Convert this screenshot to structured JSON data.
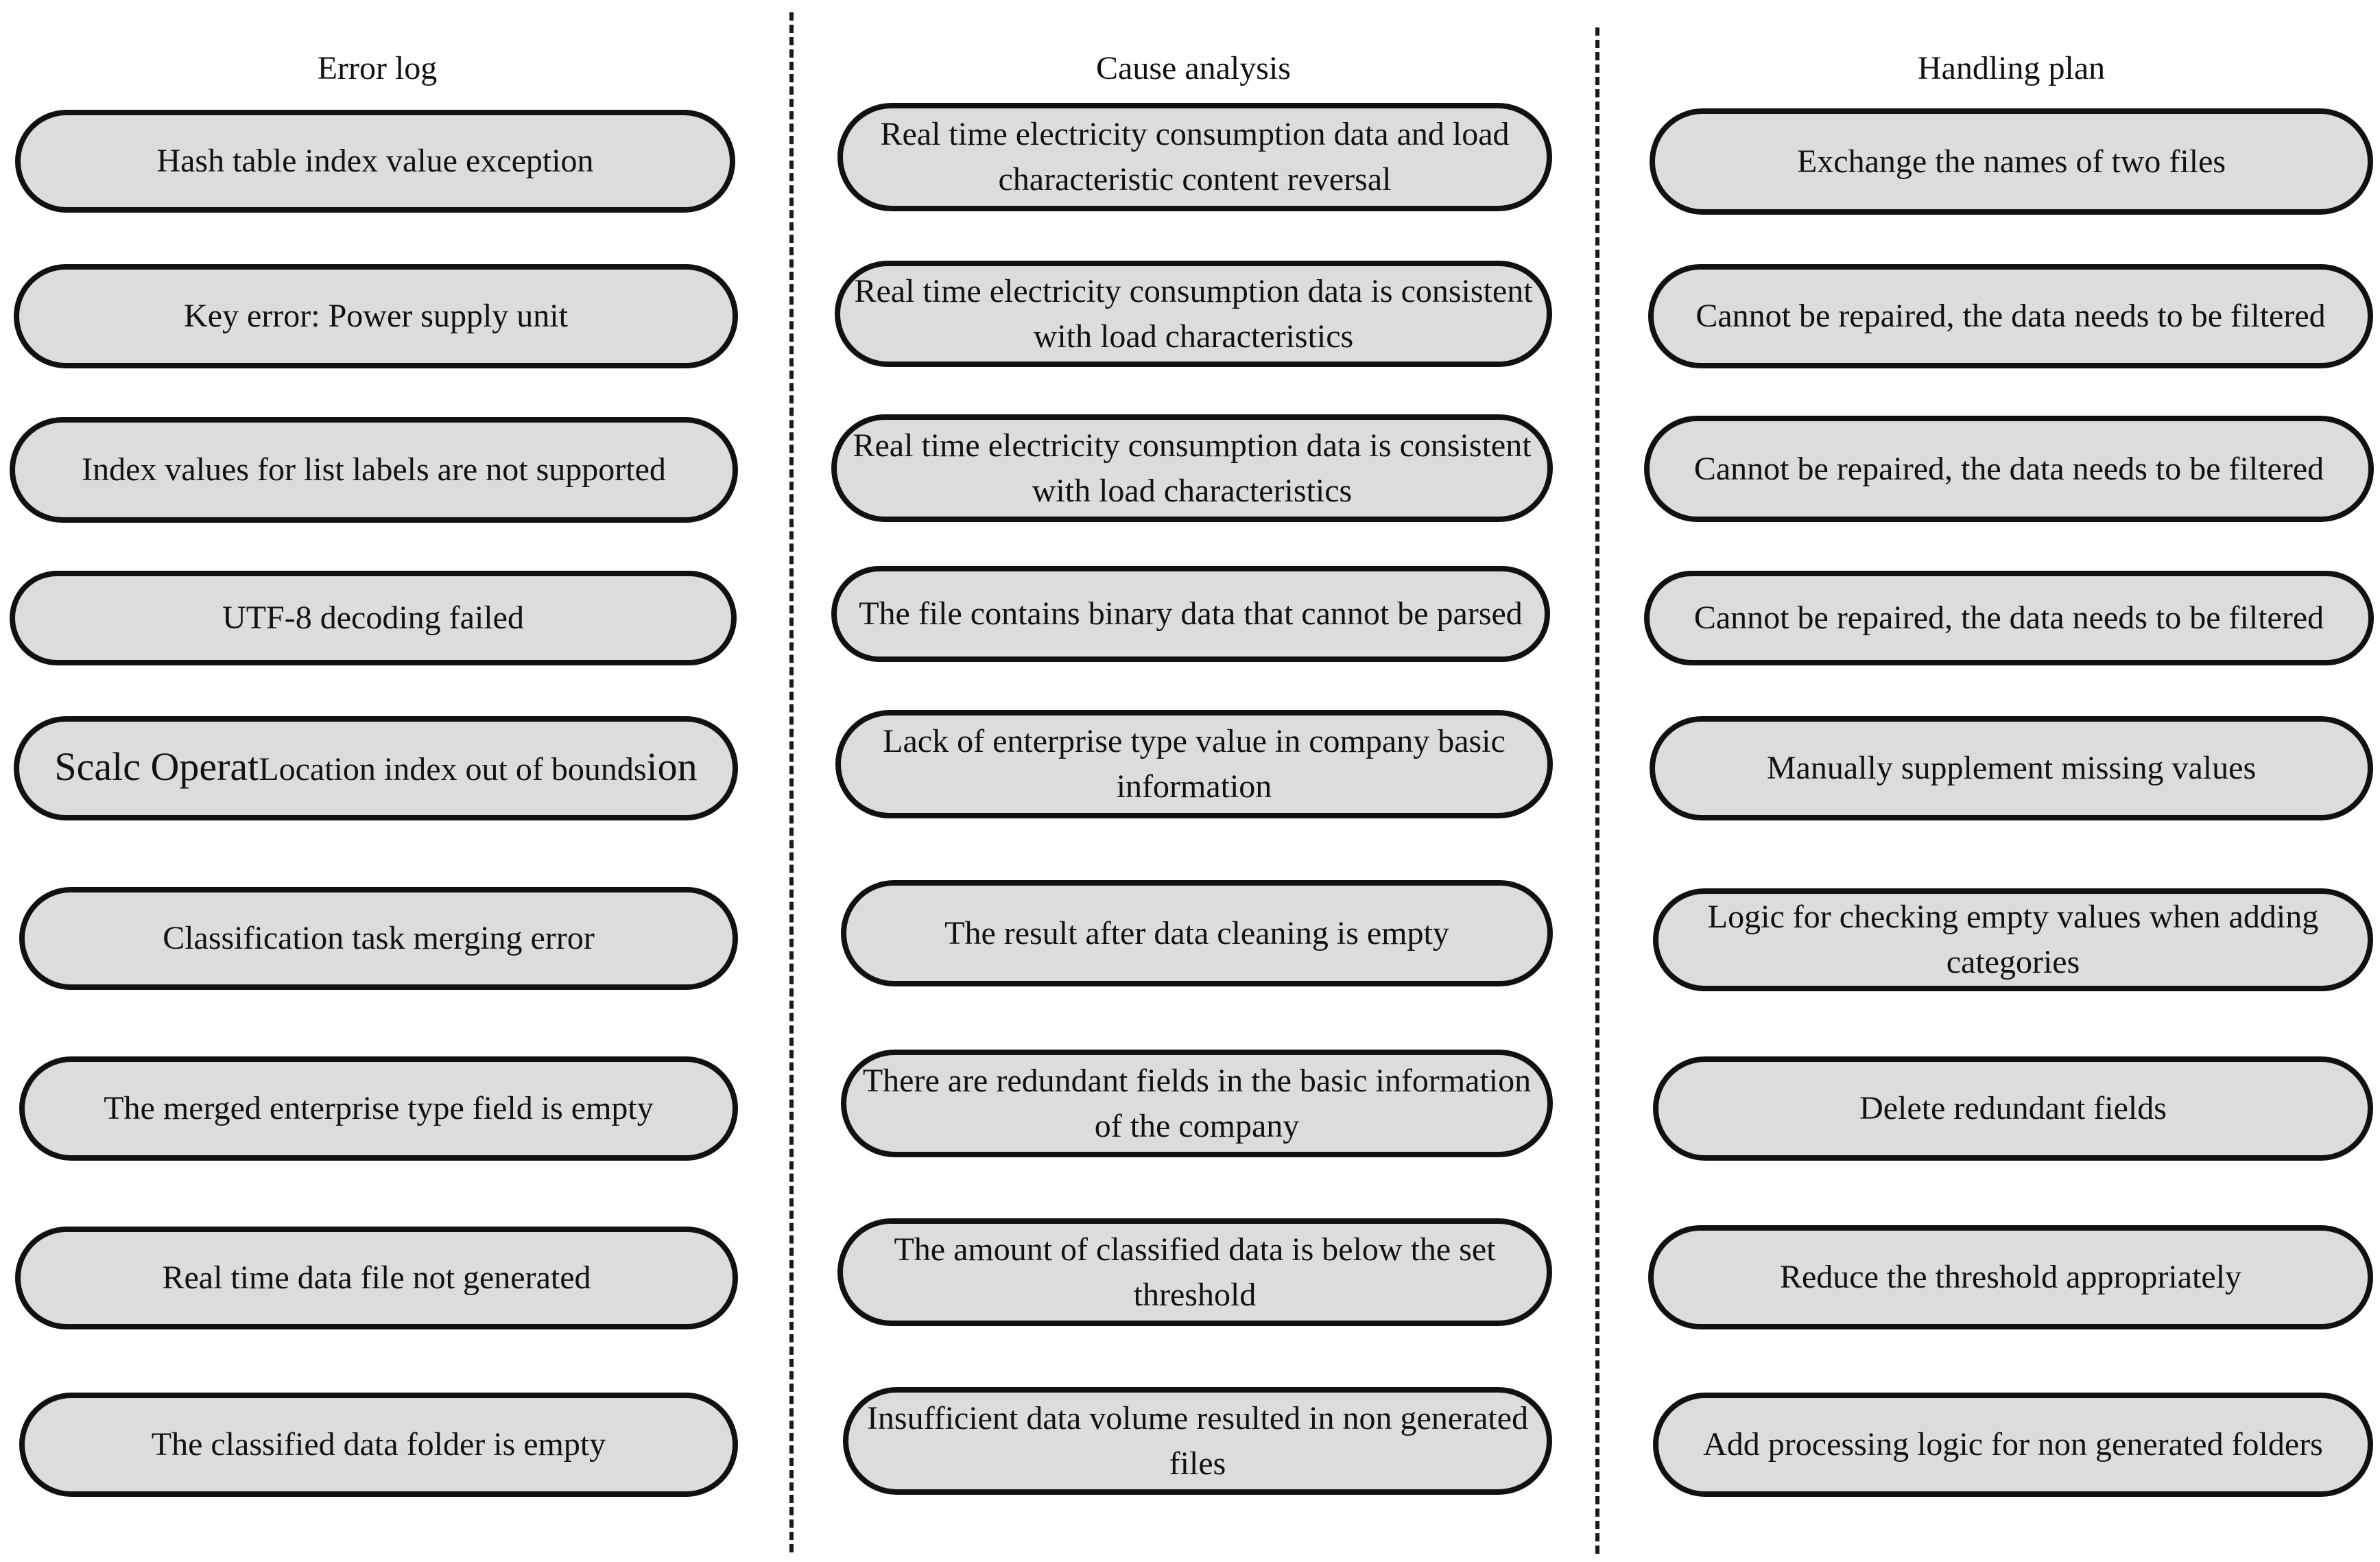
{
  "columns": [
    {
      "header": "Error log",
      "items": [
        "Hash table index value exception",
        "Key error: Power supply unit",
        "Index values for list labels are not supported",
        "UTF-8 decoding failed",
        "Location index out of bounds",
        "Classification task merging error",
        "The merged enterprise type field is empty",
        "Real time data file not generated",
        "The classified data folder is empty"
      ],
      "overlap_prefix": "Scalc Operat",
      "overlap_suffix": "ion"
    },
    {
      "header": "Cause analysis",
      "items": [
        "Real time electricity consumption data and load characteristic content reversal",
        "Real time electricity consumption data is consistent with load characteristics",
        "Real time electricity consumption data is consistent with load characteristics",
        "The file contains binary data that cannot be parsed",
        "Lack of enterprise type value in company basic information",
        "The result after data cleaning is empty",
        "There are redundant fields in the basic information of the company",
        "The amount of classified data is below the set threshold",
        "Insufficient data volume resulted in non generated files"
      ]
    },
    {
      "header": "Handling plan",
      "items": [
        "Exchange the names of two files",
        "Cannot be repaired, the data needs to be filtered",
        "Cannot be repaired, the data needs to be filtered",
        "Cannot be repaired, the data needs to be filtered",
        "Manually supplement missing values",
        "Logic for checking empty values when adding categories",
        "Delete redundant fields",
        "Reduce the threshold appropriately",
        "Add processing logic for non generated folders"
      ]
    }
  ]
}
